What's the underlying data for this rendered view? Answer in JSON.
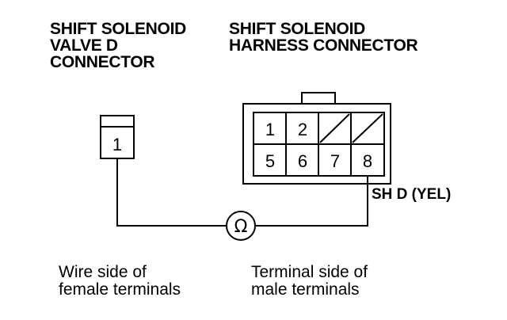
{
  "left_connector": {
    "title_lines": [
      "SHIFT SOLENOID",
      "VALVE D",
      "CONNECTOR"
    ],
    "pin": "1",
    "caption_lines": [
      "Wire side of",
      "female terminals"
    ]
  },
  "right_connector": {
    "title_lines": [
      "SHIFT SOLENOID",
      "HARNESS CONNECTOR"
    ],
    "top_row": [
      "1",
      "2",
      "",
      ""
    ],
    "bottom_row": [
      "5",
      "6",
      "7",
      "8"
    ],
    "caption_lines": [
      "Terminal side of",
      "male terminals"
    ]
  },
  "wire_label": "SH D (YEL)",
  "meter": {
    "symbol": "Ω",
    "icon": "ohmmeter-icon"
  }
}
